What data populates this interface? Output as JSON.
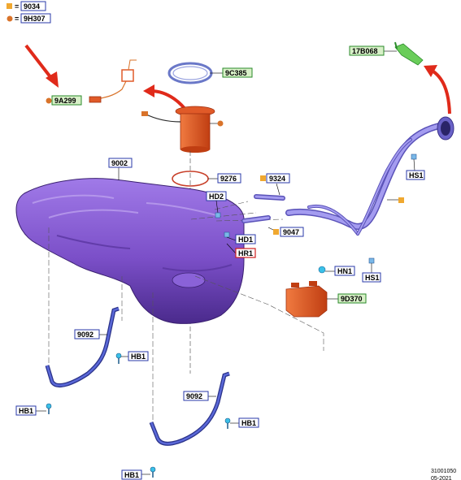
{
  "legend": {
    "square_code": "9034",
    "circle_code": "9H307",
    "square_color": "#f0a830",
    "circle_color": "#d9732a"
  },
  "callouts": {
    "fuel_sender": "9A299",
    "pump_ring": "9C385",
    "filler_cap": "17B068",
    "fuel_tank": "9002",
    "seal": "9276",
    "vent_hose": "9324",
    "hose_clip_upper": "HD2",
    "hose_clip_lower": "HD1",
    "hose_ring": "HR1",
    "short_pipe": "9047",
    "hose_clamp_right": "HS1",
    "hose_clamp_lower": "HS1",
    "nut_hn1": "HN1",
    "canister": "9D370",
    "strap_left": "9092",
    "strap_right": "9092",
    "bolt_hb1_a": "HB1",
    "bolt_hb1_b": "HB1",
    "bolt_hb1_c": "HB1",
    "bolt_hb1_d": "HB1"
  },
  "footer": {
    "ref_line1": "31001050",
    "ref_line2": "05-2021"
  },
  "colors": {
    "tank": "#7b4fc8",
    "tank_dark": "#4a2a8c",
    "pipe": "#8f86e6",
    "pump": "#e05a28",
    "strap": "#5058c8",
    "arrow": "#e02a1a",
    "green_label": "#d8f0c8",
    "green_border": "#2a8a2a",
    "blue_border": "#2a3aa8",
    "red_border": "#d02020"
  }
}
